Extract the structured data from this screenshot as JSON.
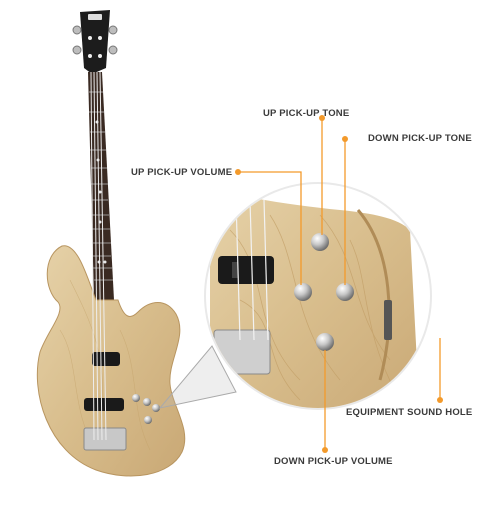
{
  "callouts": {
    "up_tone": "UP PICK-UP TONE",
    "down_tone": "DOWN PICK-UP TONE",
    "up_volume": "UP PICK-UP VOLUME",
    "sound_hole": "EQUIPMENT SOUND HOLE",
    "down_volume": "DOWN PICK-UP VOLUME"
  },
  "colors": {
    "accent": "#f39a2b",
    "wood": "#dcc497",
    "wood_dark": "#c2a06a",
    "fretboard": "#3a2a22",
    "headstock": "#1c1c1c",
    "text": "#3a3a3a"
  },
  "icons": [
    "headstock-logo",
    "tuning-peg-icon",
    "knob-icon"
  ]
}
